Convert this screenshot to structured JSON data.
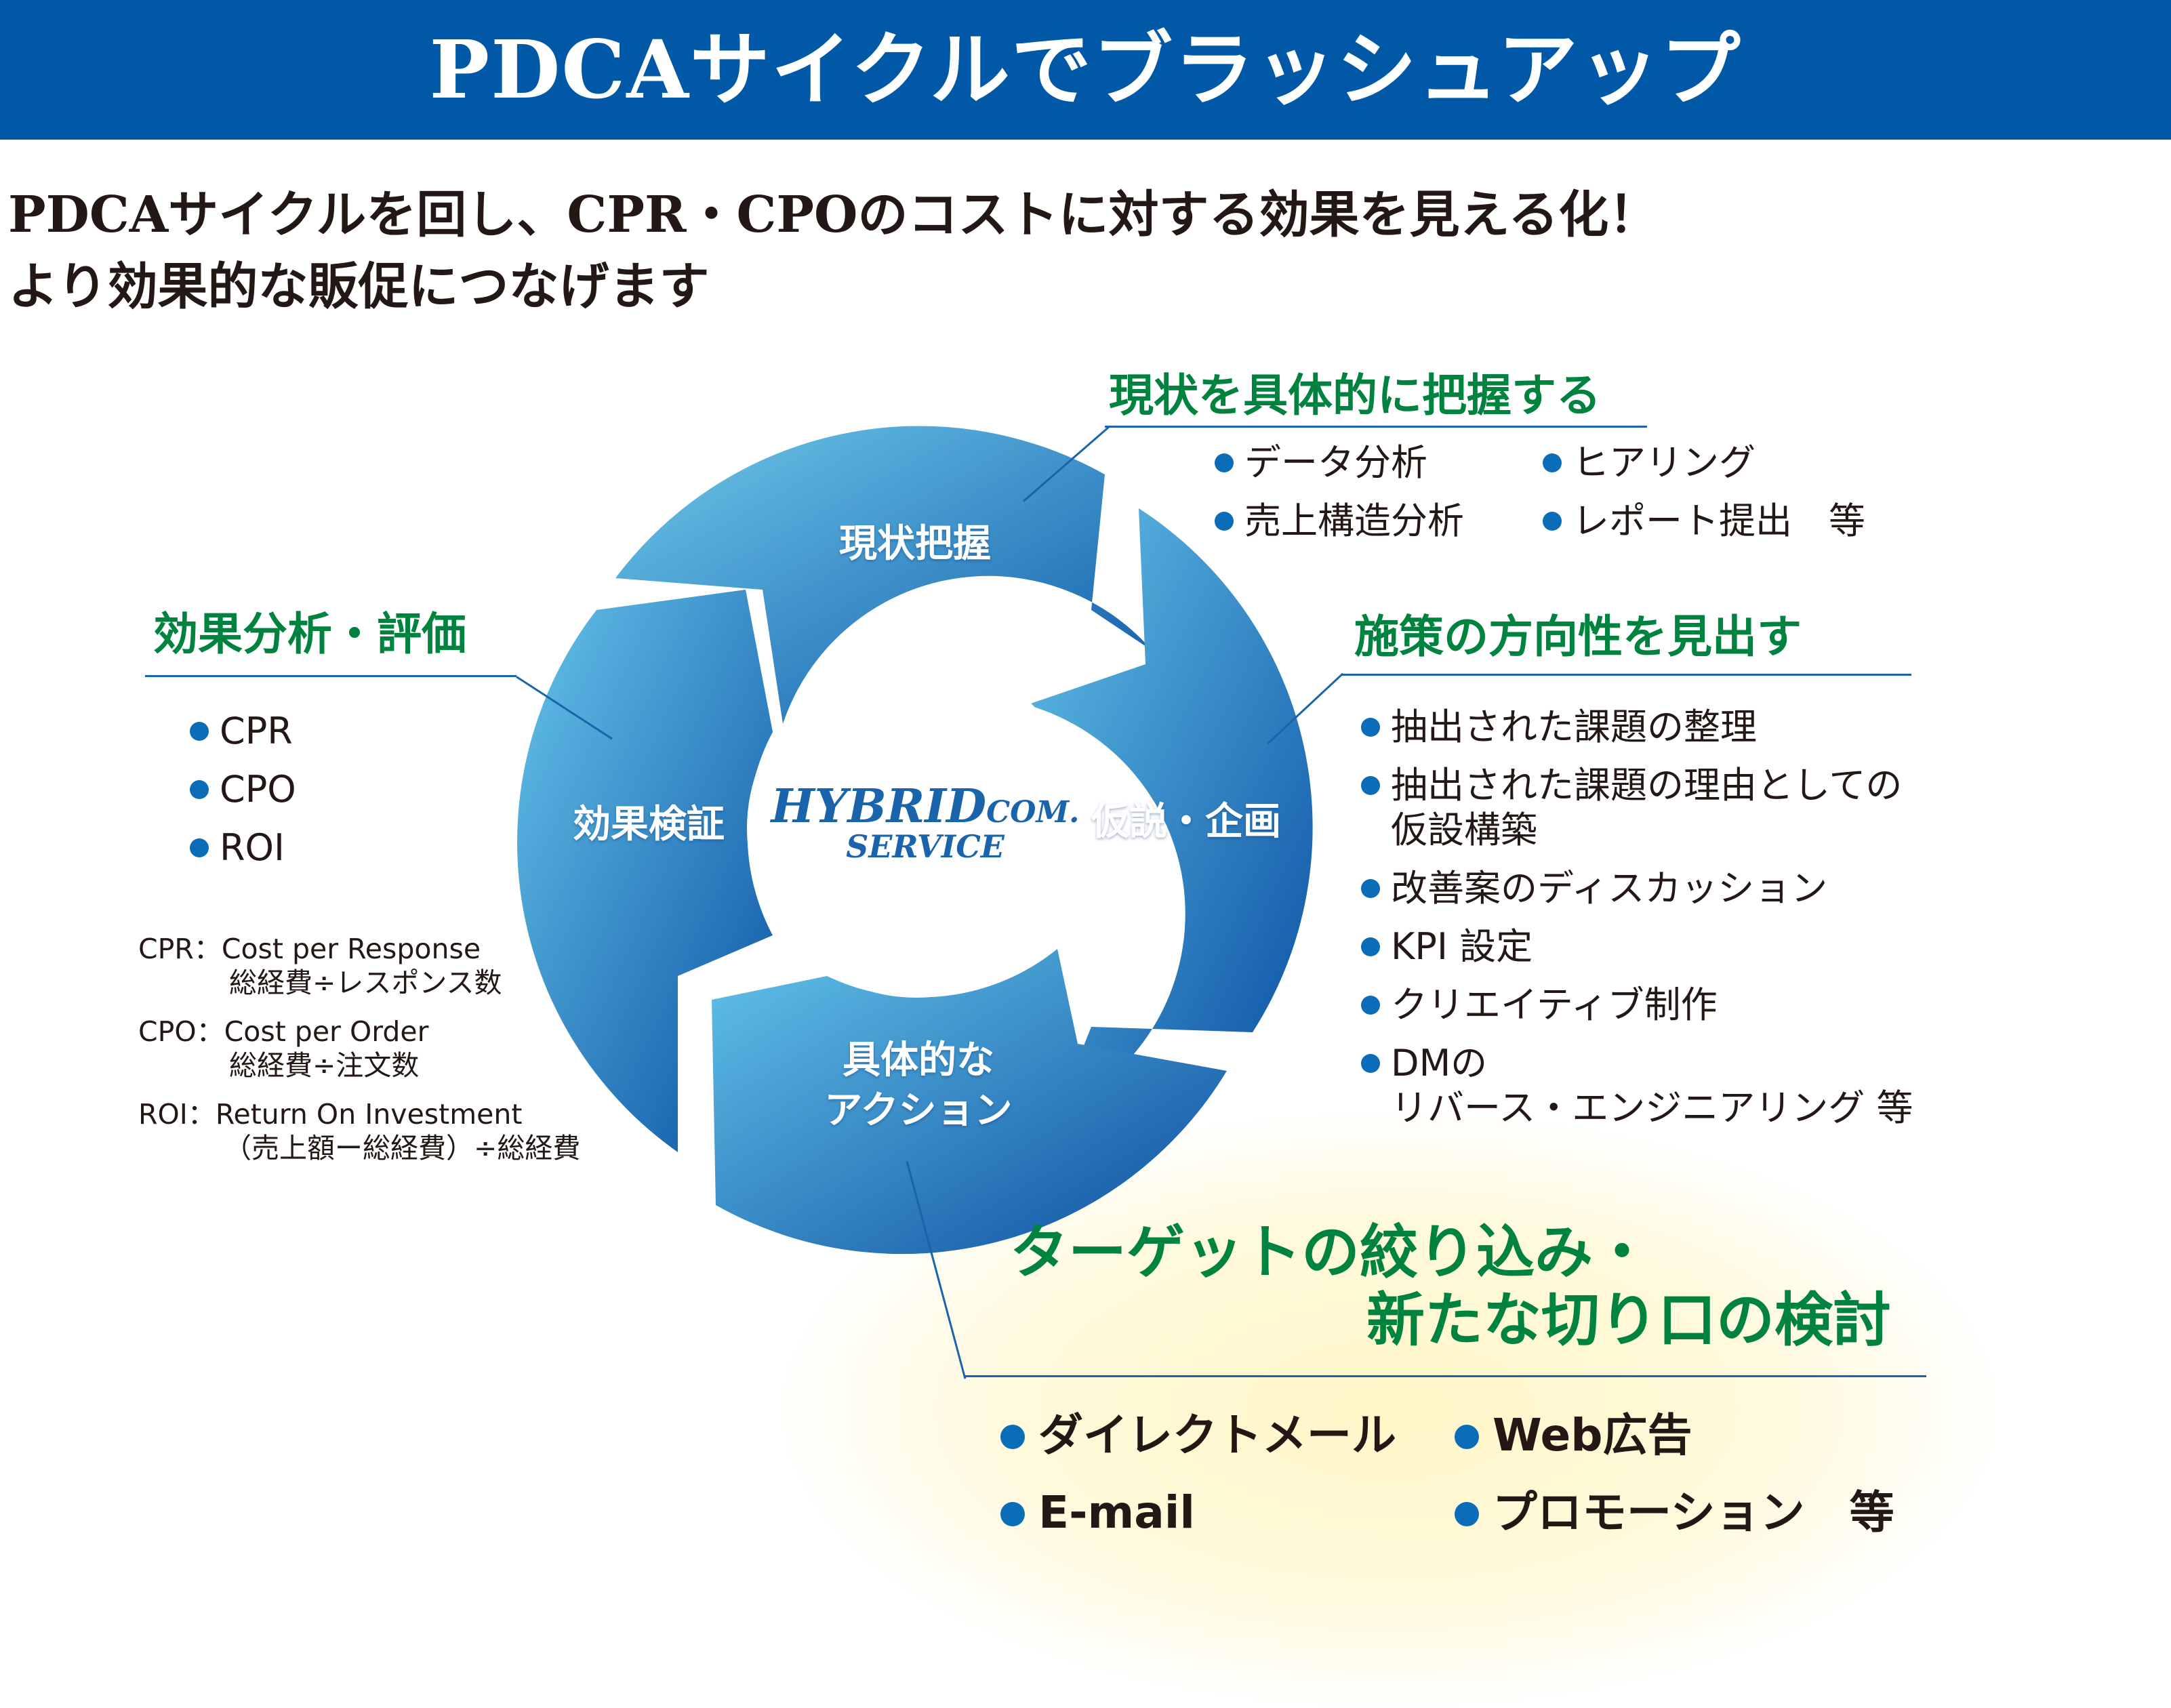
{
  "banner": {
    "title": "PDCAサイクルでブラッシュアップ"
  },
  "lead": {
    "line1": "PDCAサイクルを回し、CPR・CPOのコストに対する効果を見える化！",
    "line2": "より効果的な販促につなげます"
  },
  "cycle": {
    "center_logo": {
      "line1": "HYBRID",
      "line1_suffix": "COM.",
      "line2": "SERVICE"
    },
    "segments": {
      "top": "現状把握",
      "right": "仮説・企画",
      "bottom_line1": "具体的な",
      "bottom_line2": "アクション",
      "left": "効果検証"
    }
  },
  "sections": {
    "plan_top": {
      "heading": "現状を具体的に把握する",
      "items": [
        "データ分析",
        "売上構造分析",
        "ヒアリング",
        "レポート提出　等"
      ]
    },
    "plan_right": {
      "heading": "施策の方向性を見出す",
      "items": {
        "i1": "抽出された課題の整理",
        "i2a": "抽出された課題の理由としての",
        "i2b": "仮設構築",
        "i3": "改善案のディスカッション",
        "i4": "KPI 設定",
        "i5": "クリエイティブ制作",
        "i6a": "DMの",
        "i6b": "リバース・エンジニアリング 等"
      }
    },
    "check_left": {
      "heading": "効果分析・評価",
      "items": [
        "CPR",
        "CPO",
        "ROI"
      ]
    },
    "act_bottom": {
      "heading_line1": "ターゲットの絞り込み・",
      "heading_line2": "新たな切り口の検討",
      "items": [
        "ダイレクトメール",
        "E-mail",
        "Web広告",
        "プロモーション　等"
      ]
    }
  },
  "abbreviations": {
    "cpr_line1": "CPR：Cost per Response",
    "cpr_line2": "総経費÷レスポンス数",
    "cpo_line1": "CPO：Cost per Order",
    "cpo_line2": "総経費÷注文数",
    "roi_line1": "ROI：Return On Investment",
    "roi_line2": "（売上額ー総経費）÷総経費"
  },
  "colors": {
    "banner": "#0058a6",
    "heading_green": "#00833e",
    "ring_light": "#5ec0e6",
    "ring_dark": "#0b4fa3",
    "bullet": "#0b6db7"
  }
}
